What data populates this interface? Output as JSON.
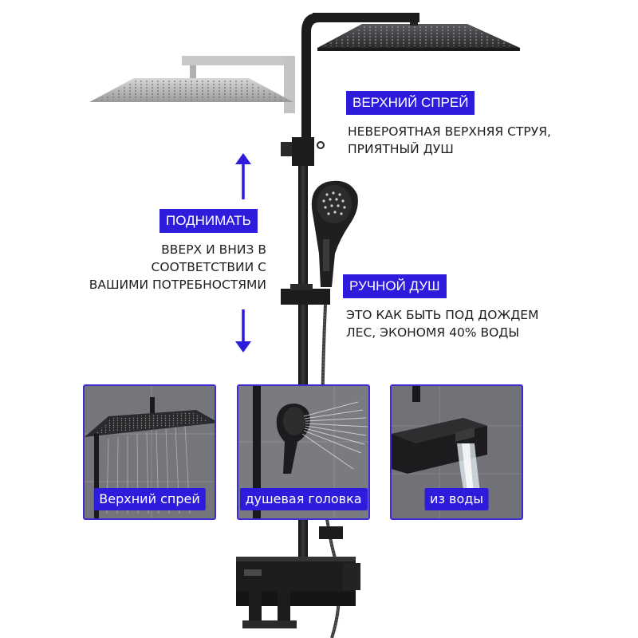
{
  "callouts": {
    "top_spray": {
      "title": "ВЕРХНИЙ СПРЕЙ",
      "lines": [
        "НЕВЕРОЯТНАЯ ВЕРХНЯЯ СТРУЯ,",
        "ПРИЯТНЫЙ ДУШ"
      ]
    },
    "raise": {
      "title": "ПОДНИМАТЬ",
      "lines": [
        "ВВЕРХ И ВНИЗ В",
        "СООТВЕТСТВИИ С",
        "ВАШИМИ ПОТРЕБНОСТЯМИ"
      ]
    },
    "hand_shower": {
      "title": "РУЧНОЙ ДУШ",
      "lines": [
        "ЭТО КАК БЫТЬ ПОД ДОЖДЕМ",
        "ЛЕС, ЭКОНОМЯ 40% ВОДЫ"
      ]
    }
  },
  "panels": [
    {
      "caption": "Верхний спрей",
      "icon": "rain-showerhead-photo"
    },
    {
      "caption": "душевая головка",
      "icon": "hand-shower-spray-photo"
    },
    {
      "caption": "из воды",
      "icon": "spout-water-photo"
    }
  ],
  "colors": {
    "accent": "#2d1cdc",
    "frame": "#3b2cd4",
    "metal": "#1c1c1e",
    "ghost": "#b8b8b8"
  }
}
